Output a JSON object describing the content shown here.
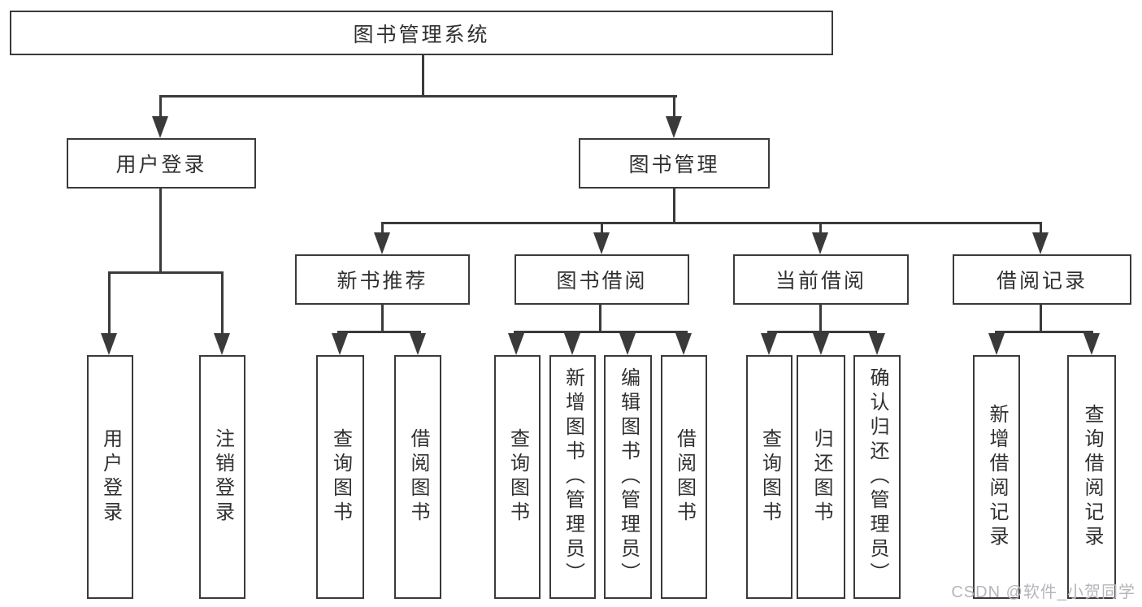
{
  "diagram": {
    "title": "图书管理系统",
    "nodes": {
      "root": "图书管理系统",
      "user_login": "用户登录",
      "book_mgmt": "图书管理",
      "new_book_rec": "新书推荐",
      "book_borrow": "图书借阅",
      "current_borrow": "当前借阅",
      "borrow_record": "借阅记录",
      "ul_user_login": "用户登录",
      "ul_logout": "注销登录",
      "nbr_query_book": "查询图书",
      "nbr_borrow_book": "借阅图书",
      "bb_query_book": "查询图书",
      "bb_add_book": "新增图书（管理员）",
      "bb_edit_book": "编辑图书（管理员）",
      "bb_borrow_book": "借阅图书",
      "cb_query_book": "查询图书",
      "cb_return_book": "归还图书",
      "cb_confirm_return": "确认归还（管理员）",
      "br_add_record": "新增借阅记录",
      "br_query_record": "查询借阅记录"
    },
    "edges": [
      [
        "root",
        "user_login"
      ],
      [
        "root",
        "book_mgmt"
      ],
      [
        "user_login",
        "ul_user_login"
      ],
      [
        "user_login",
        "ul_logout"
      ],
      [
        "book_mgmt",
        "new_book_rec"
      ],
      [
        "book_mgmt",
        "book_borrow"
      ],
      [
        "book_mgmt",
        "current_borrow"
      ],
      [
        "book_mgmt",
        "borrow_record"
      ],
      [
        "new_book_rec",
        "nbr_query_book"
      ],
      [
        "new_book_rec",
        "nbr_borrow_book"
      ],
      [
        "book_borrow",
        "bb_query_book"
      ],
      [
        "book_borrow",
        "bb_add_book"
      ],
      [
        "book_borrow",
        "bb_edit_book"
      ],
      [
        "book_borrow",
        "bb_borrow_book"
      ],
      [
        "current_borrow",
        "cb_query_book"
      ],
      [
        "current_borrow",
        "cb_return_book"
      ],
      [
        "current_borrow",
        "cb_confirm_return"
      ],
      [
        "borrow_record",
        "br_add_record"
      ],
      [
        "borrow_record",
        "br_query_record"
      ]
    ]
  },
  "watermark": {
    "text": "CSDN @软件_小贺同学"
  },
  "colors": {
    "line": "#3a3a3a",
    "box_border": "#3a3a3a",
    "text": "#303030",
    "background": "#ffffff",
    "watermark": "#b3b6ba"
  }
}
